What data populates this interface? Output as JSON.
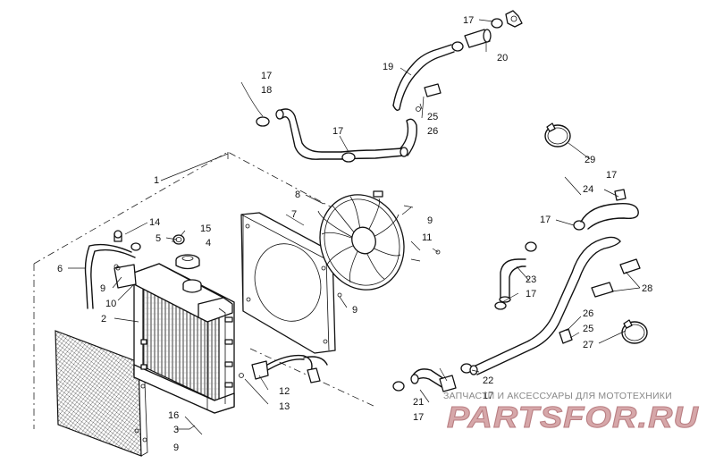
{
  "callouts": {
    "c1": "1",
    "c2": "2",
    "c3": "3",
    "c4": "4",
    "c5": "5",
    "c6": "6",
    "c7": "7",
    "c8": "8",
    "c9a": "9",
    "c9b": "9",
    "c9c": "9",
    "c9d": "9",
    "c10": "10",
    "c11": "11",
    "c12": "12",
    "c13": "13",
    "c14": "14",
    "c15": "15",
    "c16": "16",
    "c17a": "17",
    "c17b": "17",
    "c17c": "17",
    "c17d": "17",
    "c17e": "17",
    "c17f": "17",
    "c17g": "17",
    "c17h": "17",
    "c18": "18",
    "c19": "19",
    "c20": "20",
    "c21": "21",
    "c22": "22",
    "c23": "23",
    "c24": "24",
    "c25a": "25",
    "c25b": "25",
    "c26a": "26",
    "c26b": "26",
    "c27": "27",
    "c28": "28",
    "c29": "29"
  },
  "watermark": {
    "subtitle": "ЗАПЧАСТИ И АКСЕССУАРЫ ДЛЯ МОТОТЕХНИКИ",
    "logo": "PARTSFOR.RU"
  }
}
